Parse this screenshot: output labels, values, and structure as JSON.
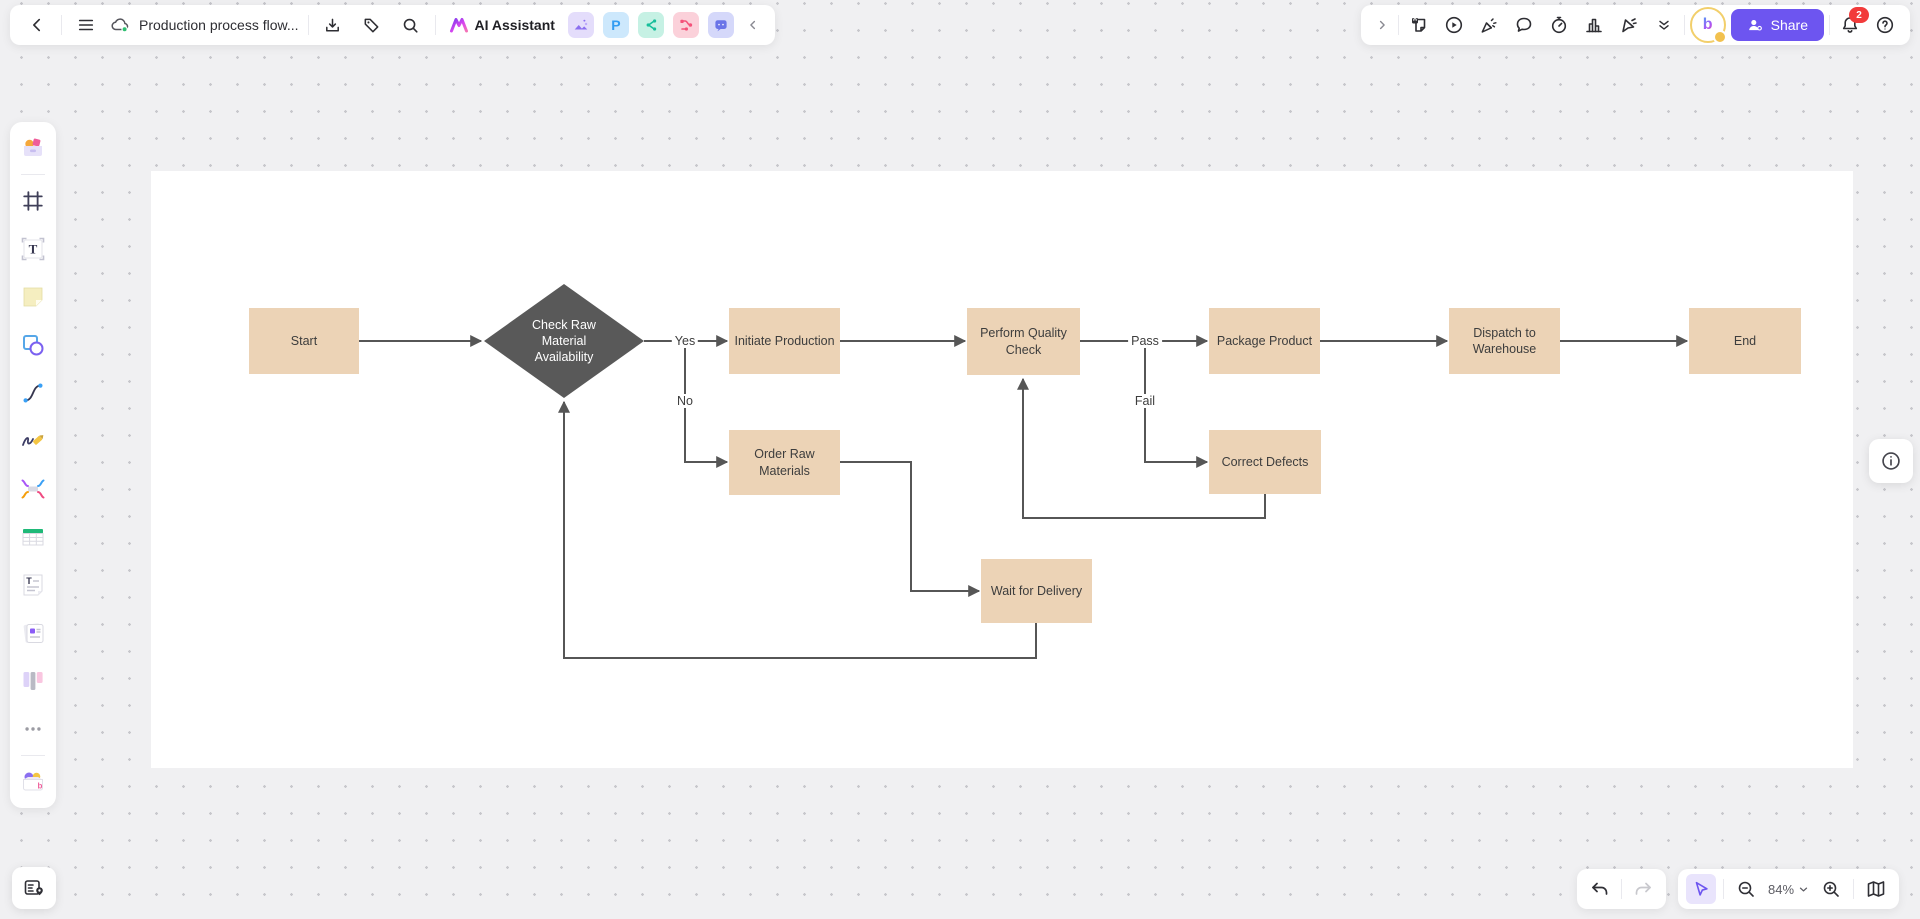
{
  "topbar": {
    "title": "Production process flow...",
    "ai_assistant": "AI Assistant",
    "p_chip": "P",
    "share": "Share",
    "badge": "2",
    "left_icons": [
      "back",
      "menu",
      "cloud-sync",
      "export",
      "tag",
      "search"
    ],
    "ai_chips": [
      "ai-image",
      "ai-presentation",
      "ai-diagram",
      "ai-mindmap",
      "ai-chat"
    ],
    "right_icons": [
      "expand-toolbar",
      "sticky-note",
      "present-play",
      "celebrate",
      "comment",
      "timer",
      "poll",
      "laser-pointer",
      "more-tools",
      "avatar",
      "notifications",
      "help"
    ]
  },
  "sidebar": {
    "tools": [
      "templates",
      "frame",
      "text",
      "sticky-note",
      "shape",
      "connector",
      "pen",
      "mindmap",
      "table",
      "document",
      "slides",
      "kanban",
      "more",
      "apps-box"
    ]
  },
  "floating": {
    "right_button": "info",
    "bottom_left_button": "board-map"
  },
  "footer": {
    "zoom": "84%",
    "left_controls": [
      "undo",
      "redo"
    ],
    "right_controls": [
      "select-cursor",
      "zoom-out",
      "zoom-level",
      "zoom-in",
      "minimap"
    ]
  },
  "diagram": {
    "type": "flowchart",
    "nodes": {
      "start": {
        "label": "Start",
        "shape": "process"
      },
      "check": {
        "label": "Check Raw Material Availability",
        "shape": "decision"
      },
      "initiate": {
        "label": "Initiate Production",
        "shape": "process"
      },
      "order": {
        "label": "Order Raw Materials",
        "shape": "process"
      },
      "wait": {
        "label": "Wait for Delivery",
        "shape": "process"
      },
      "quality": {
        "label": "Perform Quality Check",
        "shape": "process"
      },
      "package": {
        "label": "Package Product",
        "shape": "process"
      },
      "correct": {
        "label": "Correct Defects",
        "shape": "process"
      },
      "dispatch": {
        "label": "Dispatch to Warehouse",
        "shape": "process"
      },
      "end": {
        "label": "End",
        "shape": "process"
      }
    },
    "edges": {
      "yes": "Yes",
      "no": "No",
      "pass": "Pass",
      "fail": "Fail"
    },
    "connections": [
      "Start -> Check Raw Material Availability",
      "Check Raw Material Availability -(Yes)-> Initiate Production",
      "Check Raw Material Availability -(No)-> Order Raw Materials",
      "Order Raw Materials -> Wait for Delivery",
      "Wait for Delivery -> Check Raw Material Availability",
      "Initiate Production -> Perform Quality Check",
      "Perform Quality Check -(Pass)-> Package Product",
      "Perform Quality Check -(Fail)-> Correct Defects",
      "Correct Defects -> Perform Quality Check",
      "Package Product -> Dispatch to Warehouse",
      "Dispatch to Warehouse -> End"
    ],
    "colors": {
      "process_fill": "#ecd3b6",
      "decision_fill": "#595959",
      "decision_text": "#ffffff",
      "connector": "#565656",
      "label_text": "#3d3d3d"
    }
  },
  "colors": {
    "accent_purple": "#6d55f0",
    "badge_red": "#f23b3b",
    "avatar_ring": "#f2cf6b",
    "canvas_bg": "#ffffff",
    "page_bg": "#f0f0f2"
  }
}
